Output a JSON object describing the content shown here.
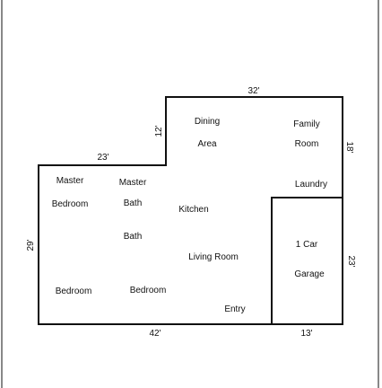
{
  "colors": {
    "background": "#ffffff",
    "wall": "#111111",
    "text": "#111111"
  },
  "dimensions": {
    "top_width": "32'",
    "dining_step_height": "12'",
    "left_upper_width": "23'",
    "right_upper_height": "18'",
    "left_height": "29'",
    "garage_height": "23'",
    "bottom_width": "42'",
    "garage_width": "13'"
  },
  "rooms": {
    "dining_1": "Dining",
    "dining_2": "Area",
    "family_1": "Family",
    "family_2": "Room",
    "master_bedroom_1": "Master",
    "master_bedroom_2": "Bedroom",
    "master_bath_1": "Master",
    "master_bath_2": "Bath",
    "kitchen": "Kitchen",
    "laundry": "Laundry",
    "bath": "Bath",
    "living_room": "Living Room",
    "garage_1": "1 Car",
    "garage_2": "Garage",
    "bedroom_left": "Bedroom",
    "bedroom_mid": "Bedroom",
    "entry": "Entry"
  }
}
